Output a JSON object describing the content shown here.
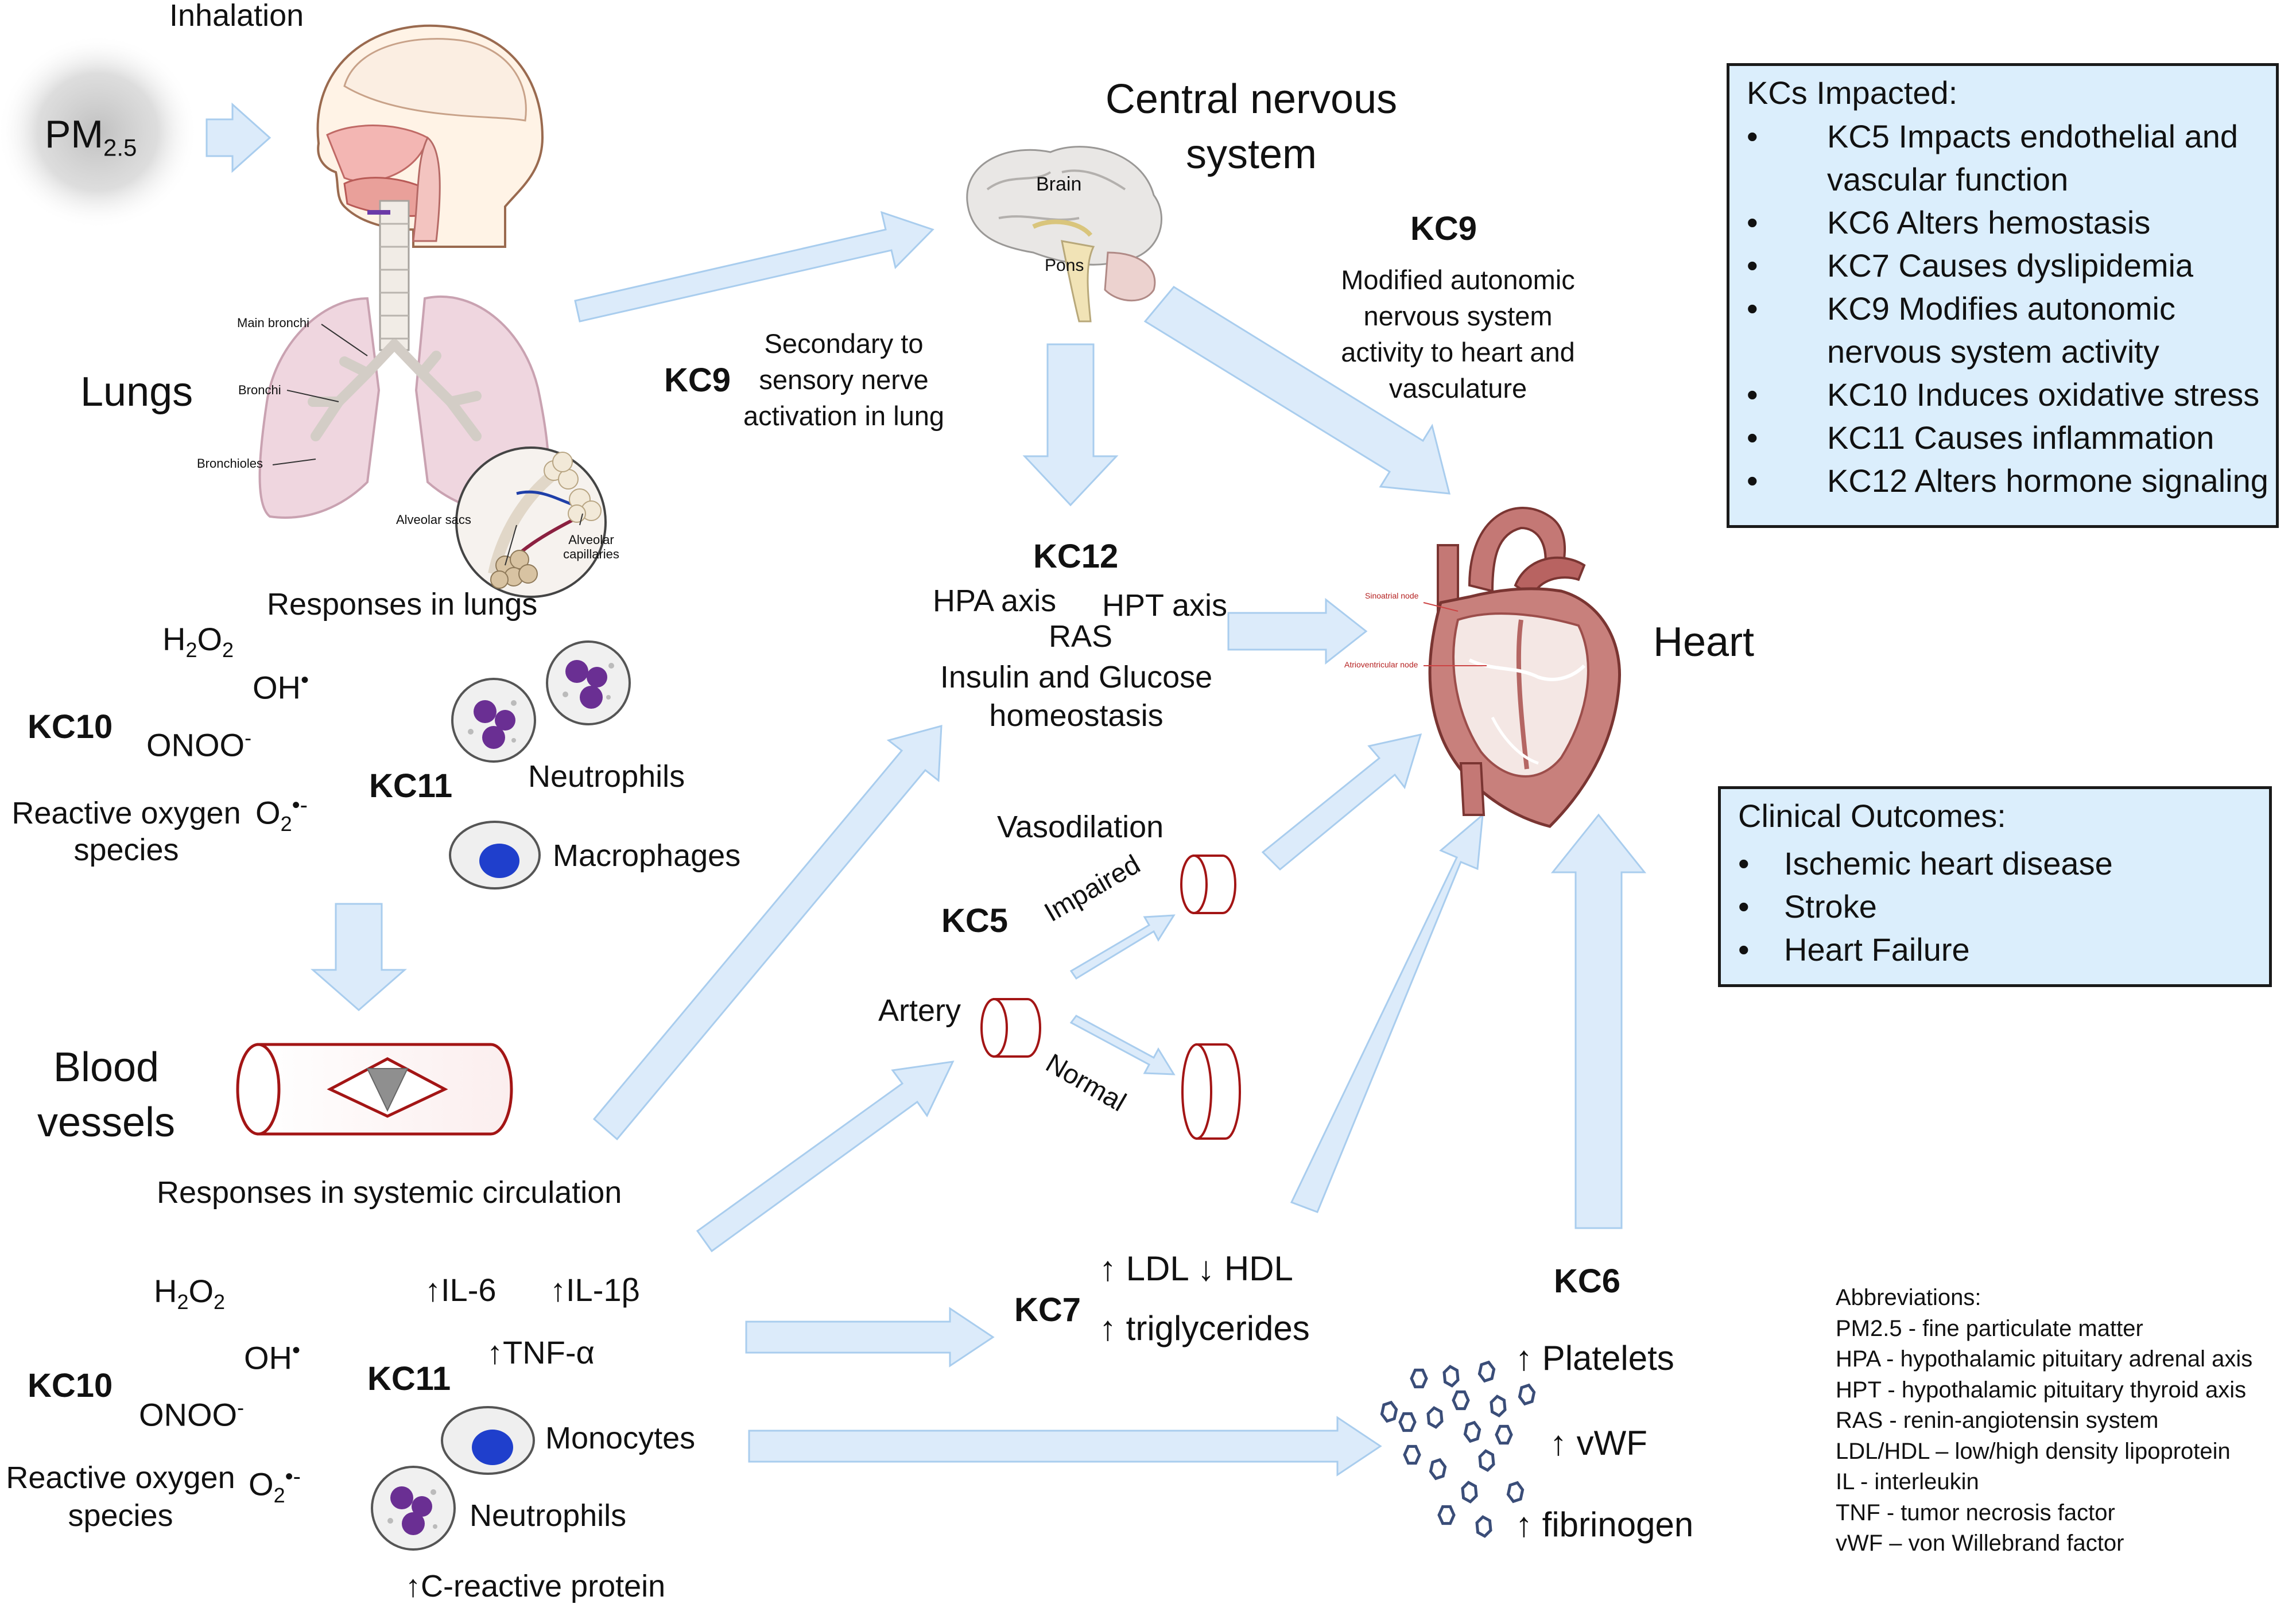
{
  "inhalation": {
    "label": "Inhalation",
    "pm_base": "PM",
    "pm_sub": "2.5"
  },
  "lungs": {
    "title": "Lungs",
    "anatomy": [
      "Main bronchi",
      "Bronchi",
      "Bronchioles",
      "Alveolar sacs",
      "Alveolar capillaries"
    ],
    "responses_title": "Responses in lungs",
    "kc10": "KC10",
    "kc11": "KC11",
    "ros": [
      "H2O2",
      "OH•",
      "ONOO-",
      "O2•-"
    ],
    "ros_label": "Reactive oxygen species",
    "cells": [
      "Neutrophils",
      "Macrophages"
    ]
  },
  "blood_vessels": {
    "title": "Blood vessels",
    "responses_title": "Responses in systemic circulation",
    "kc10": "KC10",
    "kc11": "KC11",
    "ros": [
      "H2O2",
      "OH•",
      "ONOO-",
      "O2•-"
    ],
    "ros_label": "Reactive oxygen species",
    "cytokines": [
      "↑IL-6",
      "↑IL-1β",
      "↑TNF-α"
    ],
    "cells": [
      "Monocytes",
      "Neutrophils"
    ],
    "crp": "↑C-reactive protein"
  },
  "cns": {
    "title": "Central nervous system",
    "brain_labels": [
      "Brain",
      "Pons"
    ],
    "kc9_lung": "KC9",
    "kc9_lung_text": "Secondary to sensory nerve activation in lung",
    "kc9_heart": "KC9",
    "kc9_heart_text": "Modified autonomic nervous system activity to heart and vasculature"
  },
  "kc12": {
    "label": "KC12",
    "items": [
      "HPA axis",
      "HPT axis",
      "RAS",
      "Insulin and Glucose homeostasis"
    ]
  },
  "kc5": {
    "label": "KC5",
    "vasodilation": "Vasodilation",
    "artery": "Artery",
    "impaired": "Impaired",
    "normal": "Normal"
  },
  "kc7": {
    "label": "KC7",
    "lines": [
      "↑ LDL ↓ HDL",
      "↑ triglycerides"
    ]
  },
  "kc6": {
    "label": "KC6",
    "items": [
      "↑ Platelets",
      "↑ vWF",
      "↑ fibrinogen"
    ]
  },
  "heart": {
    "title": "Heart",
    "nodes": [
      "Sinoatrial node",
      "Atrioventricular node"
    ]
  },
  "kcs_impacted": {
    "title": "KCs Impacted:",
    "items": [
      "KC5 Impacts endothelial and",
      "vascular function",
      "KC6 Alters hemostasis",
      "KC7 Causes dyslipidemia",
      "KC9 Modifies autonomic",
      "nervous system activity",
      "KC10 Induces oxidative stress",
      "KC11 Causes inflammation",
      "KC12 Alters hormone signaling"
    ]
  },
  "clinical_outcomes": {
    "title": "Clinical Outcomes:",
    "items": [
      "Ischemic heart disease",
      "Stroke",
      "Heart Failure"
    ]
  },
  "abbreviations": {
    "title": "Abbreviations:",
    "items": [
      "PM2.5 - fine particulate matter",
      "HPA - hypothalamic pituitary adrenal axis",
      "HPT - hypothalamic pituitary thyroid axis",
      "RAS - renin-angiotensin system",
      "LDL/HDL – low/high density lipoprotein",
      "IL - interleukin",
      "TNF - tumor necrosis factor",
      "vWF – von Willebrand factor"
    ]
  },
  "colors": {
    "arrow_fill": "#dcebfa",
    "arrow_stroke": "#a9cdee",
    "vessel": "#a31515",
    "box_fill": "#dbeefc",
    "neutrophil": "#6a2f93",
    "macrophage_nucleus": "#1f3fcc",
    "heart": "#b65b58",
    "lung": "#e7cbd6"
  }
}
